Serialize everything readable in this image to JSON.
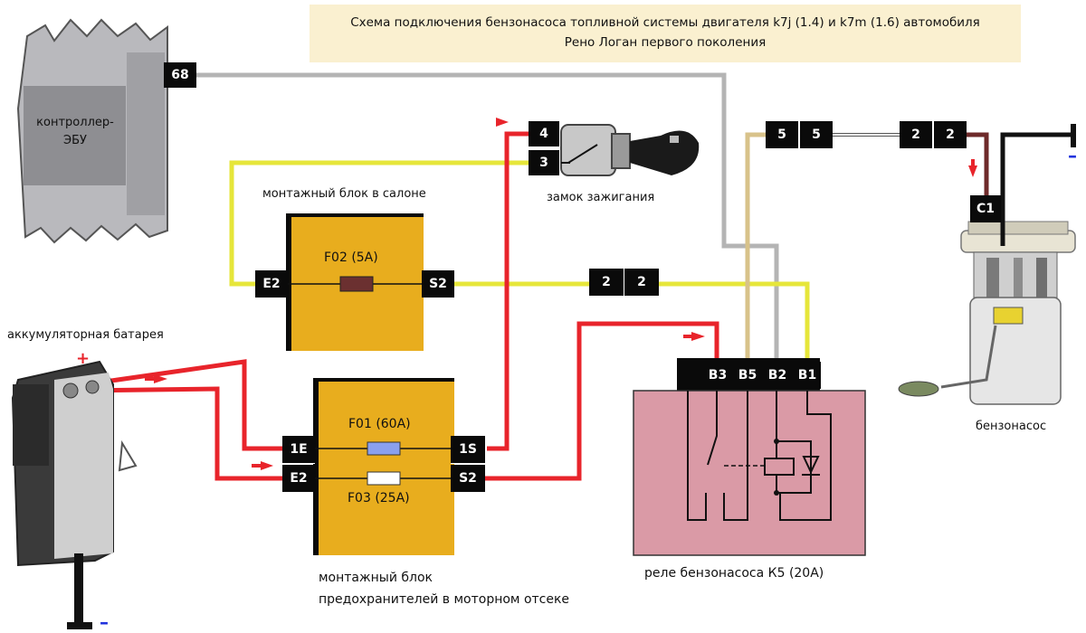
{
  "title": {
    "line1": "Схема подключения бензонасоса топливной системы двигателя k7j (1.4) и k7m (1.6) автомобиля",
    "line2": "Рено Логан первого поколения"
  },
  "labels": {
    "ecu": "контроллер-\nЭБУ",
    "cabin_block": "монтажный блок в салоне",
    "ignition": "замок зажигания",
    "battery": "аккумуляторная батарея",
    "engine_block_line1": "монтажный блок",
    "engine_block_line2": "предохранителей в моторном отсеке",
    "relay": "реле бензонасоса К5 (20А)",
    "pump": "бензонасос"
  },
  "fuses": {
    "f02": "F02 (5A)",
    "f01": "F01 (60A)",
    "f03": "F03 (25A)"
  },
  "pins": {
    "ecu_68": "68",
    "ign_4": "4",
    "ign_3": "3",
    "cabin_e2": "E2",
    "cabin_s2": "S2",
    "conn_2a": "2",
    "conn_2b": "2",
    "eng_1e": "1E",
    "eng_e2": "E2",
    "eng_1s": "1S",
    "eng_s2": "S2",
    "relay_b3": "B3",
    "relay_b5": "B5",
    "relay_b2": "B2",
    "relay_b1": "B1",
    "conn_5a": "5",
    "conn_5b": "5",
    "conn_22a": "2",
    "conn_22b": "2",
    "pump_c1": "C1"
  },
  "signs": {
    "plus": "+",
    "minus_battery": "–",
    "minus_pump": "–"
  },
  "colors": {
    "wire_power": "#e8242b",
    "wire_ignition": "#e6e63a",
    "wire_signal": "#b4b4b4",
    "wire_tan": "#d8c28a",
    "wire_pump": "#6e2a2a",
    "fuse_block": "#e8ad1e",
    "relay_body": "#da9aa6",
    "title_bg": "#faf0d0"
  }
}
